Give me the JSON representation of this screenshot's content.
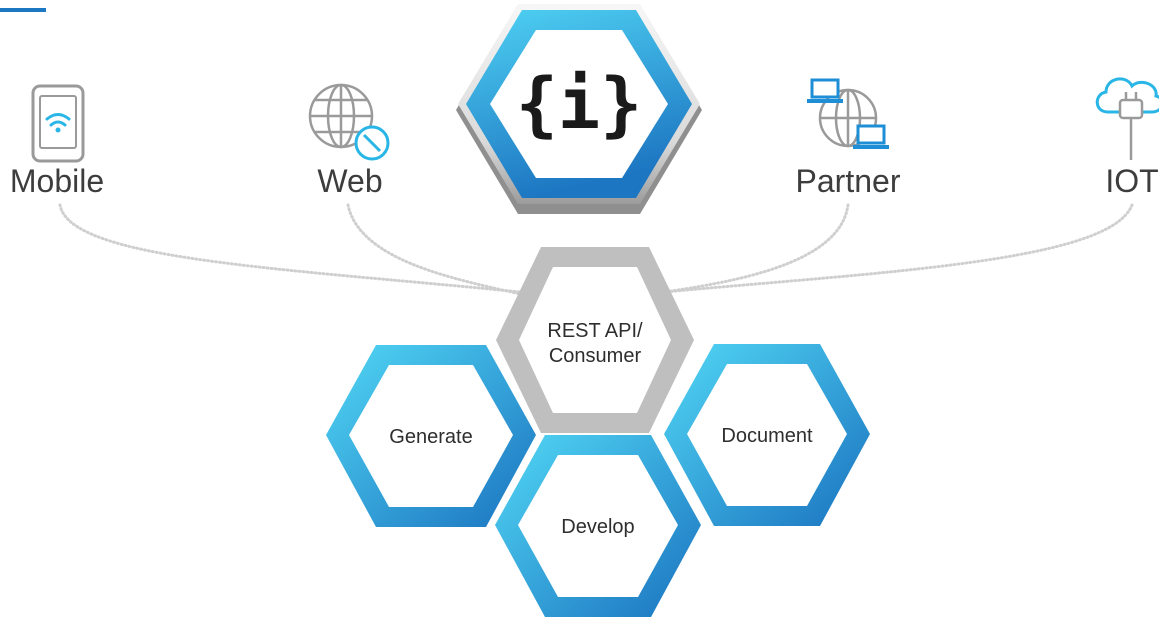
{
  "clients": [
    {
      "label": "Mobile",
      "icon": "mobile-wifi-icon"
    },
    {
      "label": "Web",
      "icon": "globe-cursor-icon"
    },
    {
      "label": "Partner",
      "icon": "globe-laptops-icon"
    },
    {
      "label": "IOT",
      "icon": "cloud-plug-icon"
    }
  ],
  "logo": {
    "text": "{i}",
    "icon": "braces-i-logo-icon"
  },
  "center_hex": {
    "line1": "REST API/",
    "line2": "Consumer"
  },
  "hexes": {
    "generate": "Generate",
    "document": "Document",
    "develop": "Develop"
  },
  "colors": {
    "accent_light": "#4dd4f2",
    "accent_dark": "#1c78c2",
    "gray_hex": "#bcbcbc",
    "icon_gray": "#9a9a9a",
    "icon_cyan": "#29b6e6",
    "dotted": "#d0d0d0",
    "label": "#3d3d3d"
  }
}
